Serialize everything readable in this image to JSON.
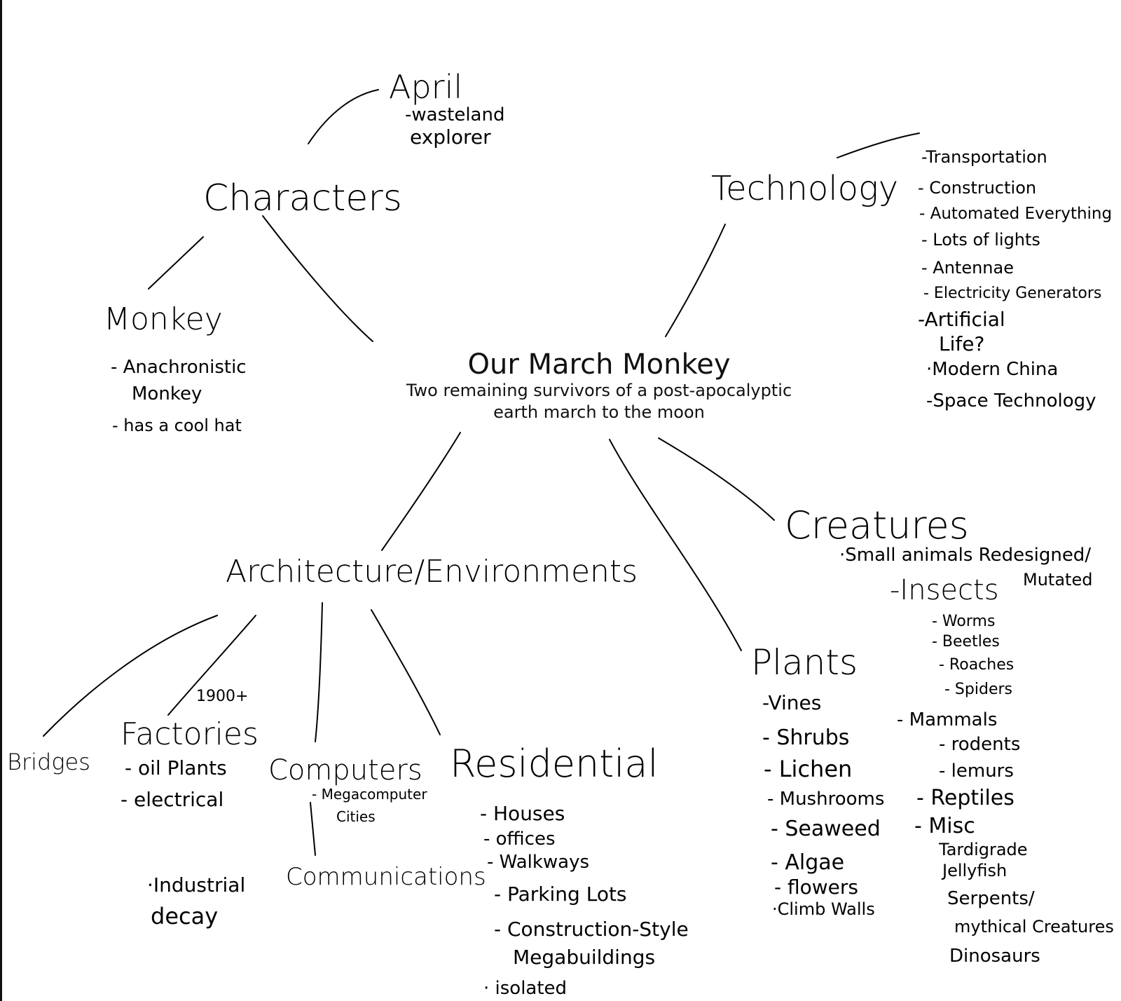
{
  "center": {
    "title": "Our March Monkey",
    "subtitle_line1": "Two remaining survivors of a post-apocalyptic",
    "subtitle_line2": "earth march to the moon"
  },
  "characters": {
    "label": "Characters",
    "april": {
      "name": "April",
      "notes": [
        "-wasteland",
        "explorer"
      ]
    },
    "monkey": {
      "name": "Monkey",
      "notes": [
        "- Anachronistic",
        "Monkey",
        "- has a cool hat"
      ]
    }
  },
  "technology": {
    "label": "Technology",
    "items": [
      "-Transportation",
      "- Construction",
      "- Automated Everything",
      "- Lots of lights",
      "- Antennae",
      "- Electricity Generators",
      "-Artificial",
      "Life?",
      "·Modern China",
      "-Space Technology"
    ]
  },
  "architecture": {
    "label": "Architecture/Environments",
    "bridges": "Bridges",
    "factories": {
      "label": "Factories",
      "note": "1900+",
      "items": [
        "- oil Plants",
        "- electrical"
      ],
      "extra": [
        "·Industrial",
        "decay"
      ]
    },
    "computers": {
      "label": "Computers",
      "items": [
        "- Megacomputer",
        "Cities"
      ],
      "sub": "Communications"
    },
    "residential": {
      "label": "Residential",
      "items": [
        "- Houses",
        "- offices",
        "- Walkways",
        "- Parking Lots",
        "- Construction-Style",
        "Megabuildings",
        "· isolated"
      ]
    }
  },
  "plants": {
    "label": "Plants",
    "items": [
      "-Vines",
      "- Shrubs",
      "- Lichen",
      "- Mushrooms",
      "- Seaweed",
      "- Algae",
      "- flowers",
      "·Climb Walls"
    ]
  },
  "creatures": {
    "label": "Creatures",
    "intro": "·Small animals Redesigned/",
    "intro2": "Mutated",
    "insects": {
      "label": "-Insects",
      "items": [
        "- Worms",
        "- Beetles",
        "- Roaches",
        "- Spiders"
      ]
    },
    "mammals": {
      "label": "- Mammals",
      "items": [
        "- rodents",
        "- lemurs"
      ]
    },
    "reptiles": "- Reptiles",
    "misc": {
      "label": "- Misc",
      "items": [
        "Tardigrade",
        "Jellyfish",
        "Serpents/",
        "mythical Creatures",
        "Dinosaurs"
      ]
    }
  }
}
